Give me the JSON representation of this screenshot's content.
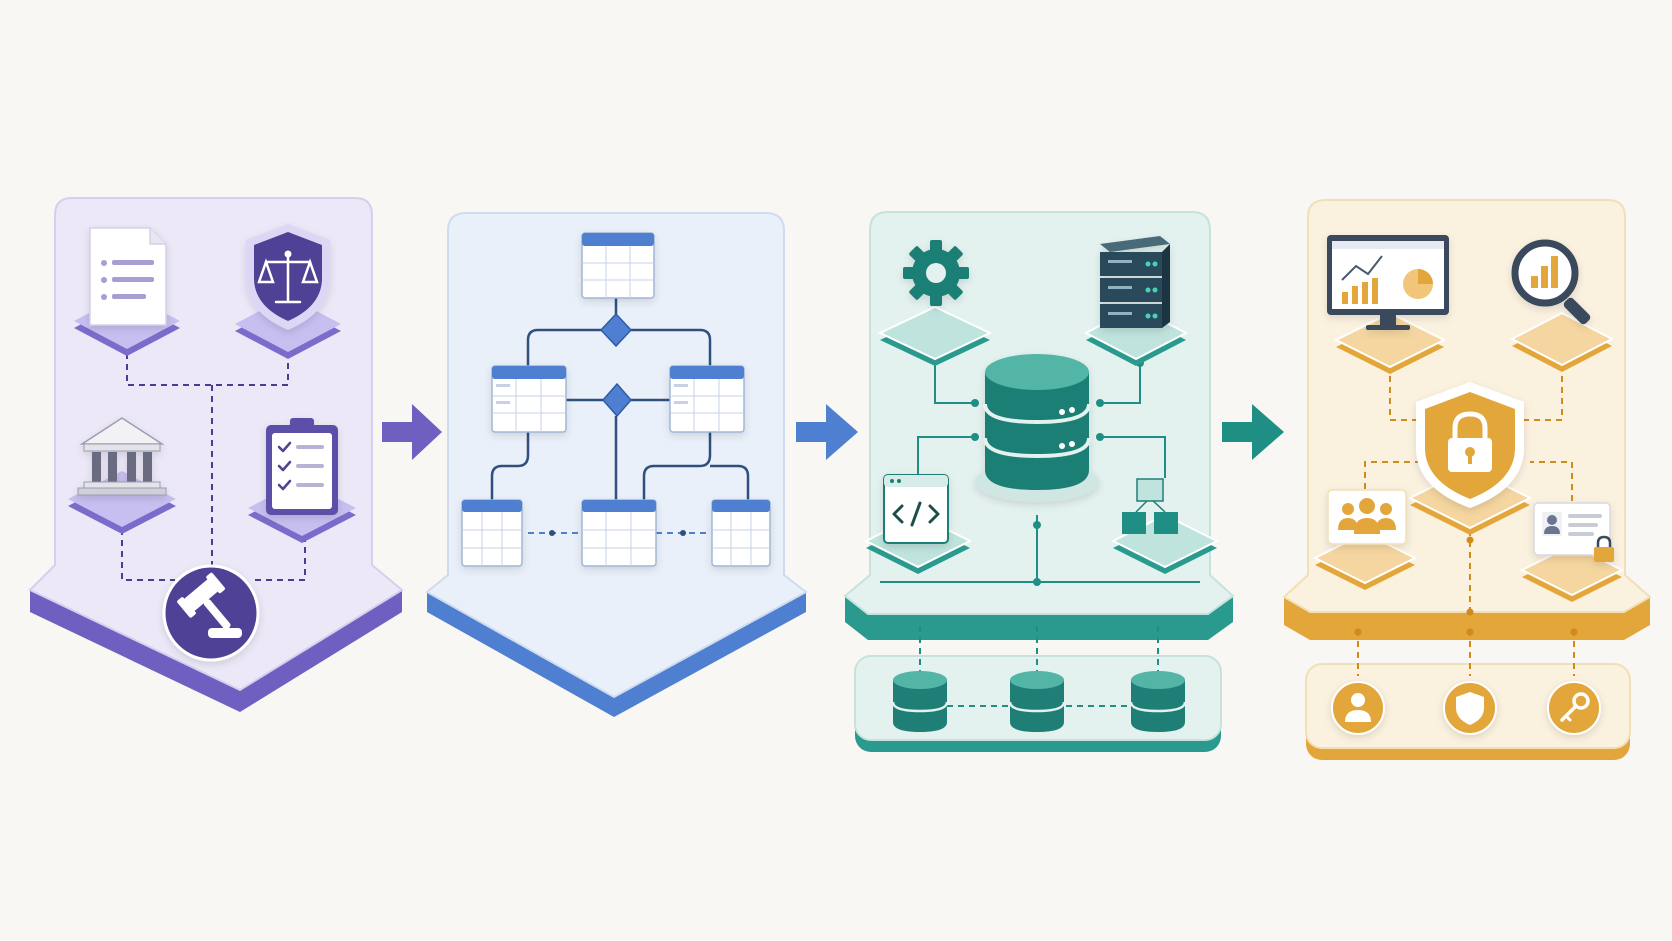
{
  "palette": {
    "background": "#f9f7f3",
    "purple": "#6f5fc0",
    "purple_light": "#ece8f8",
    "blue": "#4f7fd0",
    "blue_light": "#e9f0f9",
    "teal": "#1f8f85",
    "teal_light": "#e3f1ef",
    "amber": "#e3a63a",
    "amber_light": "#fbf1df"
  },
  "stages": [
    {
      "name": "governance-stage",
      "icons": [
        "document-icon",
        "scales-shield-icon",
        "institution-icon",
        "checklist-icon",
        "gavel-icon"
      ]
    },
    {
      "name": "data-model-stage",
      "icons": [
        "table-icon",
        "decision-diamond-icon",
        "table-icon",
        "table-icon",
        "table-icon",
        "table-icon",
        "table-icon"
      ]
    },
    {
      "name": "infrastructure-stage",
      "icons": [
        "gear-icon",
        "server-rack-icon",
        "database-icon",
        "code-window-icon",
        "cubes-icon",
        "database-icon",
        "database-icon",
        "database-icon"
      ]
    },
    {
      "name": "security-analytics-stage",
      "icons": [
        "dashboard-monitor-icon",
        "analytics-magnifier-icon",
        "lock-shield-icon",
        "team-icon",
        "id-card-lock-icon",
        "user-icon",
        "shield-icon",
        "key-icon"
      ]
    }
  ],
  "arrows": [
    "arrow-right-icon",
    "arrow-right-icon",
    "arrow-right-icon"
  ]
}
